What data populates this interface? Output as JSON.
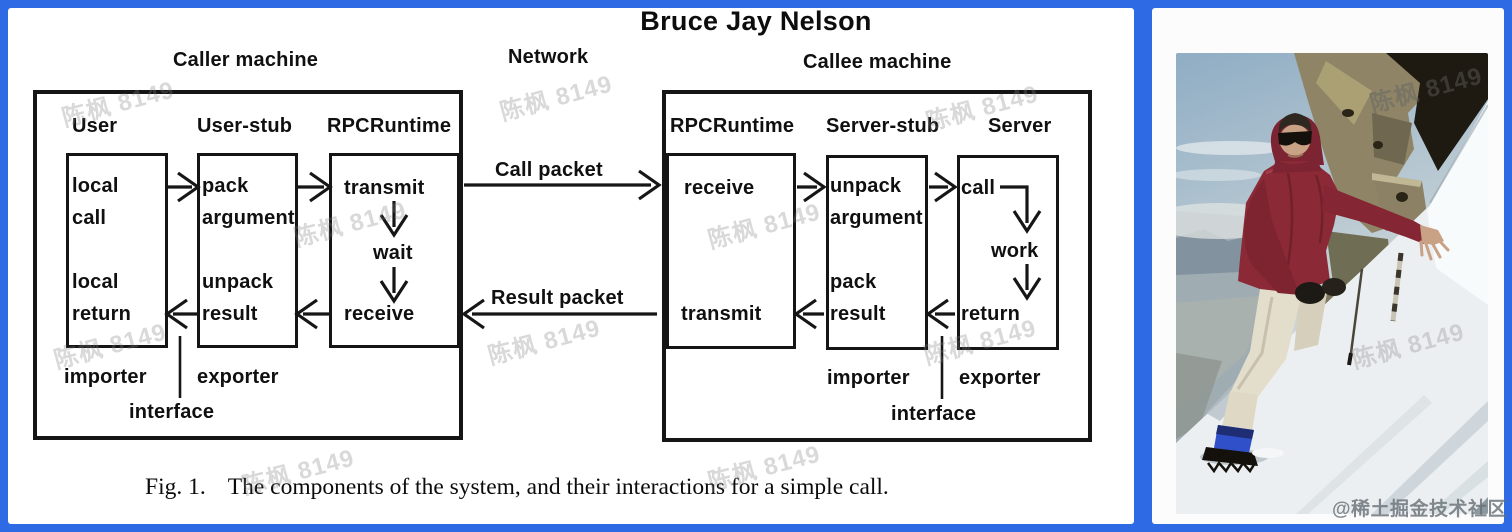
{
  "diagram": {
    "caller_label": "Caller machine",
    "network_label": "Network",
    "callee_label": "Callee machine",
    "caller": {
      "col_user": "User",
      "col_user_stub": "User-stub",
      "col_rpcruntime": "RPCRuntime",
      "local_call": "local\ncall",
      "local_return": "local\nreturn",
      "pack_argument": "pack\nargument",
      "unpack_result": "unpack\nresult",
      "transmit": "transmit",
      "wait": "wait",
      "receive": "receive",
      "importer": "importer",
      "exporter": "exporter",
      "interface": "interface"
    },
    "network": {
      "call_packet": "Call packet",
      "result_packet": "Result packet"
    },
    "callee": {
      "col_rpcruntime": "RPCRuntime",
      "col_server_stub": "Server-stub",
      "col_server": "Server",
      "receive": "receive",
      "transmit": "transmit",
      "unpack_argument": "unpack\nargument",
      "pack_result": "pack\nresult",
      "call": "call",
      "work": "work",
      "return": "return",
      "importer": "importer",
      "exporter": "exporter",
      "interface": "interface"
    },
    "caption_fig": "Fig. 1.",
    "caption_text": "The components of the system, and their interactions for a simple call."
  },
  "photo_panel": {
    "title": "Bruce Jay Nelson"
  },
  "watermarks": {
    "tile": "陈枫 8149",
    "credit": "@稀土掘金技术社区"
  },
  "colors": {
    "frame_blue": "#2d6ae3",
    "ink": "#151515",
    "jacket_red": "#8b2936",
    "snow_white": "#eceff1",
    "watermark_gray": "#828282"
  }
}
